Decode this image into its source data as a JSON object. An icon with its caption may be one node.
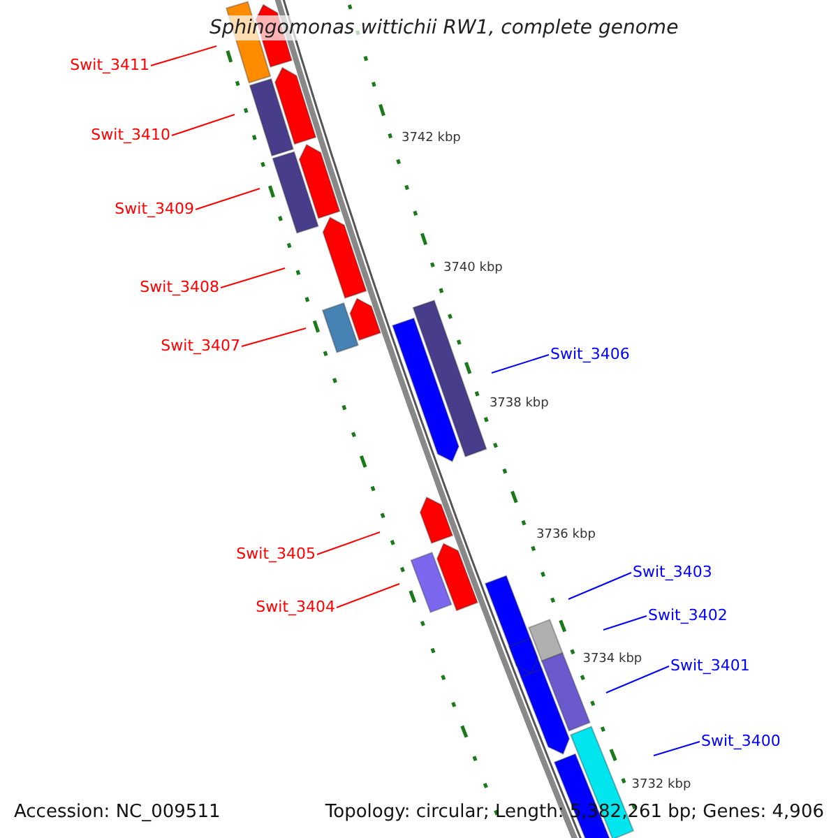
{
  "diagram": {
    "title": "Sphingomonas wittichii RW1, complete genome",
    "nodes": [
      {
        "text": [
          "Swit_3411"
        ]
      },
      {
        "text": [
          "Swit_3410"
        ]
      },
      {
        "text": [
          "Swit_3409"
        ]
      },
      {
        "text": [
          "Swit_3408"
        ]
      },
      {
        "text": [
          "Swit_3407"
        ]
      },
      {
        "text": [
          "Swit_3406"
        ]
      },
      {
        "text": [
          "Swit_3405"
        ]
      },
      {
        "text": [
          "Swit_3404"
        ]
      },
      {
        "text": [
          "Swit_3403"
        ]
      },
      {
        "text": [
          "Swit_3402"
        ]
      },
      {
        "text": [
          "Swit_3401"
        ]
      },
      {
        "text": [
          "Swit_3400"
        ]
      }
    ],
    "edges": [
      {
        "from": 0,
        "to": null,
        "arrow": "none"
      },
      {
        "from": 1,
        "to": null,
        "arrow": "none"
      },
      {
        "from": 2,
        "to": null,
        "arrow": "none"
      },
      {
        "from": 3,
        "to": null,
        "arrow": "none"
      },
      {
        "from": 4,
        "to": null,
        "arrow": "none"
      },
      {
        "from": 5,
        "to": null,
        "arrow": "none",
        "color": "#0000ff"
      },
      {
        "from": 6,
        "to": null,
        "arrow": "none"
      },
      {
        "from": 7,
        "to": null,
        "arrow": "none"
      },
      {
        "from": 8,
        "to": null,
        "arrow": "none",
        "color": "#0000ff"
      },
      {
        "from": 9,
        "to": null,
        "arrow": "none",
        "color": "#0000ff"
      },
      {
        "from": 10,
        "to": null,
        "arrow": "none",
        "color": "#0000ff"
      },
      {
        "from": 11,
        "to": null,
        "arrow": "none",
        "color": "#0000ff"
      }
    ],
    "labels": [
      "3742 kbp",
      "3740 kbp",
      "3738 kbp",
      "3736 kbp",
      "3734 kbp",
      "3732 kbp",
      "Accession: NC_009511",
      "Topology: circular; Length: 5,382,261 bp; Genes: 4,906"
    ]
  }
}
